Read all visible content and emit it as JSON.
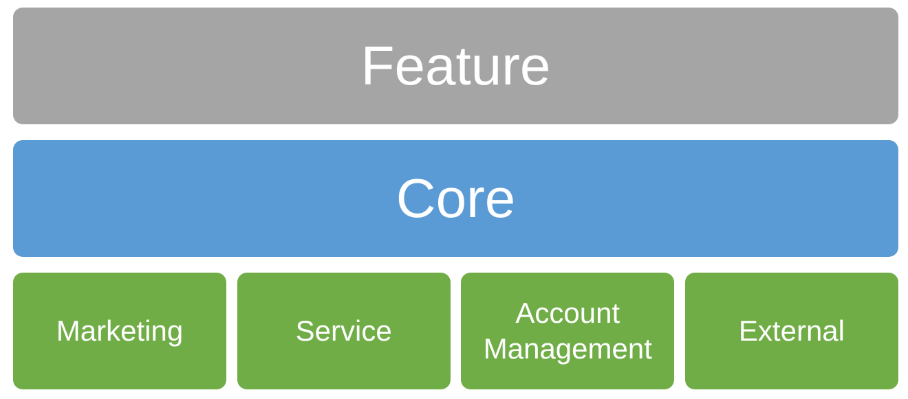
{
  "diagram": {
    "layers": {
      "feature": {
        "label": "Feature",
        "color": "#a5a5a5"
      },
      "core": {
        "label": "Core",
        "color": "#5b9bd5"
      }
    },
    "foundation": {
      "color": "#70ad47",
      "boxes": [
        {
          "label": "Marketing"
        },
        {
          "label": "Service"
        },
        {
          "label": "Account Management"
        },
        {
          "label": "External"
        }
      ]
    }
  }
}
